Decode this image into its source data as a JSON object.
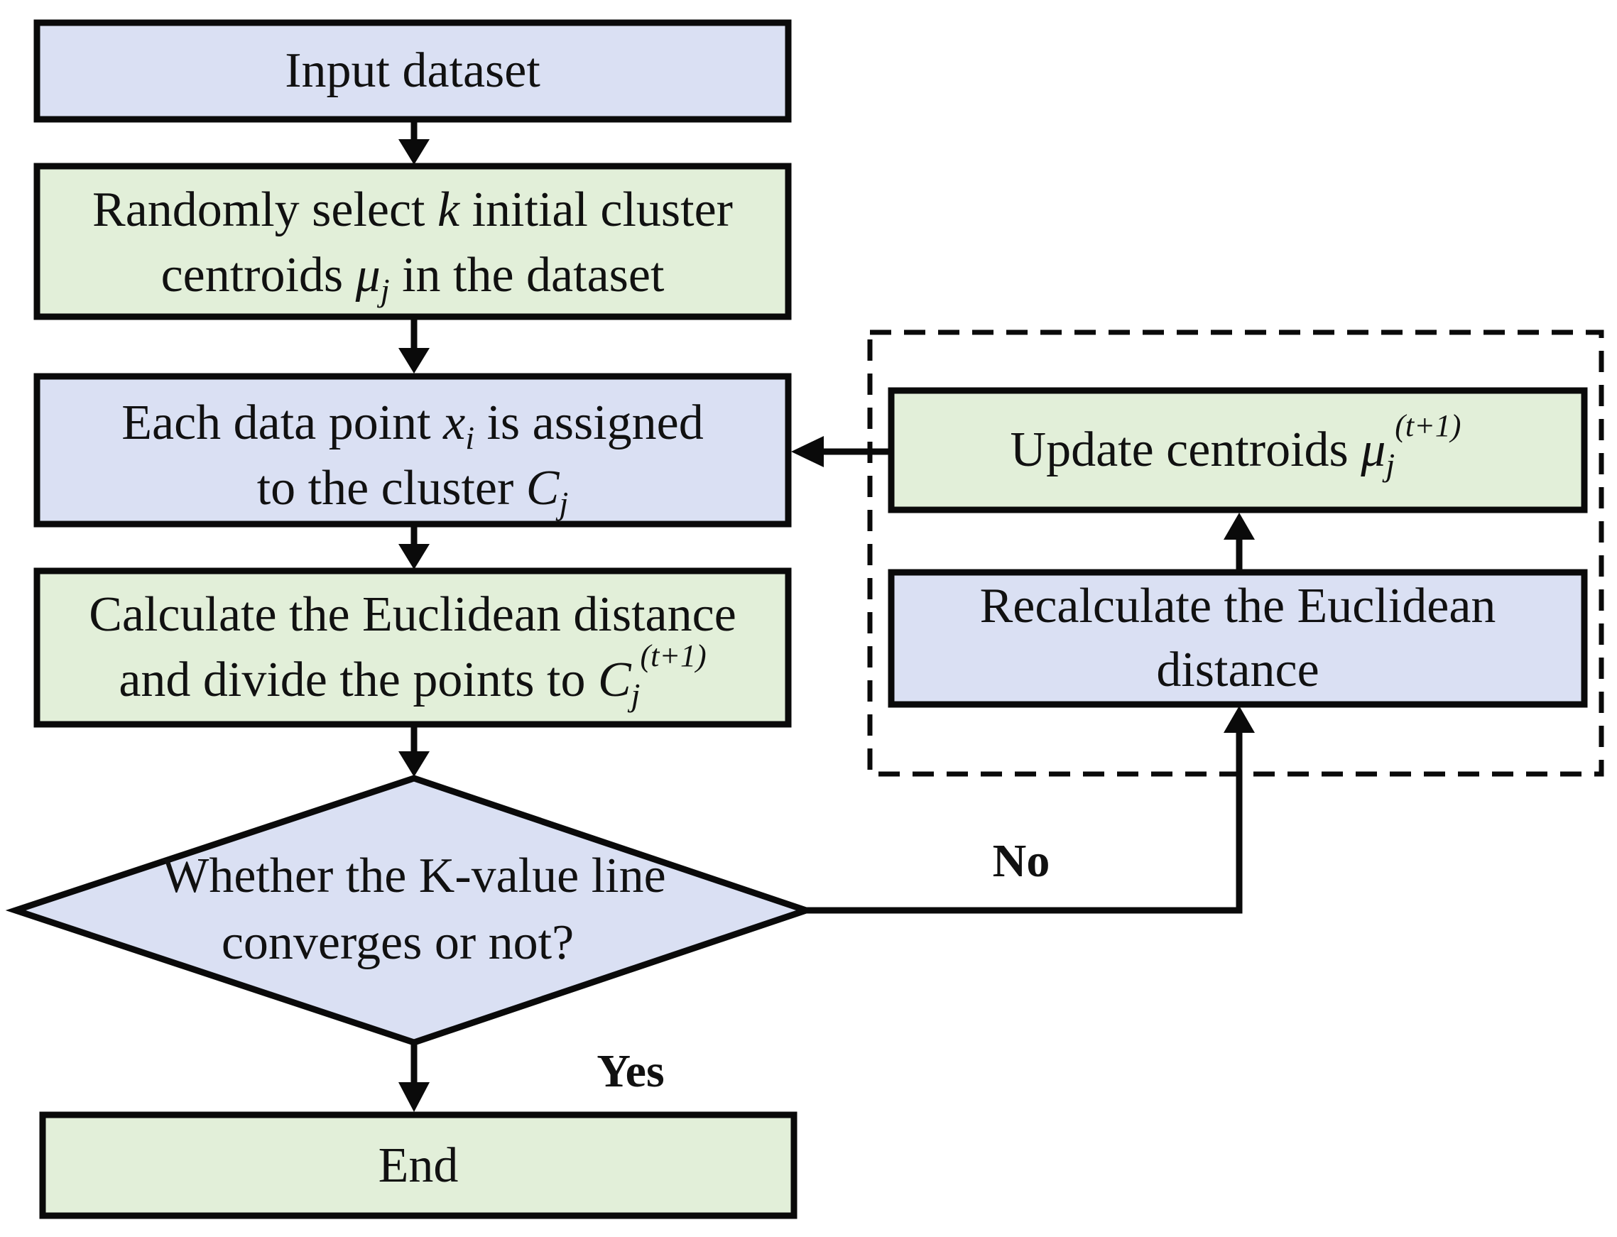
{
  "colors": {
    "blue_fill": "#dae0f3",
    "green_fill": "#e2efd9",
    "stroke": "#0a0a0a"
  },
  "nodes": {
    "input": {
      "label": "Input dataset"
    },
    "select": {
      "line1_pre": "Randomly select ",
      "line1_var": "k",
      "line1_post": " initial cluster",
      "line2_pre": "centroids ",
      "line2_var": "μ",
      "line2_sub": "j",
      "line2_post": " in the dataset"
    },
    "assign": {
      "line1_pre": "Each data point ",
      "line1_var": "x",
      "line1_sub": "i",
      "line1_post": " is assigned",
      "line2_pre": "to the cluster ",
      "line2_var": "C",
      "line2_sub": "j"
    },
    "calculate": {
      "line1": "Calculate the Euclidean distance",
      "line2_pre": "and divide the points to ",
      "line2_var": "C",
      "line2_sub": "j",
      "line2_sup": "(t+1)"
    },
    "decision": {
      "line1": "Whether the K-value line",
      "line2": "converges  or not?"
    },
    "end": {
      "label": "End"
    },
    "update": {
      "pre": "Update centroids ",
      "var": "μ",
      "sub": "j",
      "sup": "(t+1)"
    },
    "recalc": {
      "line1": "Recalculate the Euclidean",
      "line2": "distance"
    }
  },
  "edge_labels": {
    "no": "No",
    "yes": "Yes"
  }
}
